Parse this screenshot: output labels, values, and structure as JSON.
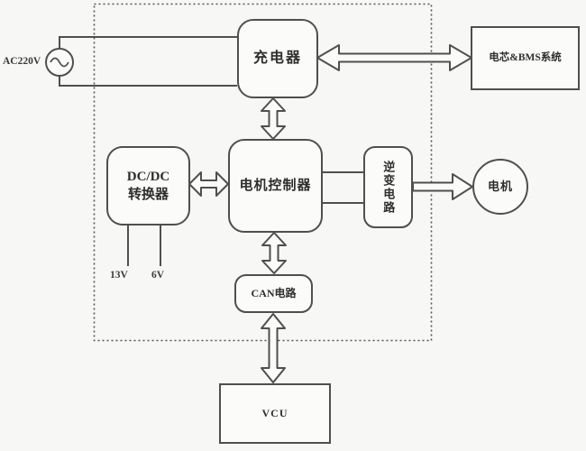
{
  "colors": {
    "background": "#f7f7f5",
    "line": "#4f4f4f",
    "text": "#2e2e2e"
  },
  "diagram": {
    "ac_source": {
      "label": "AC220V",
      "icon": "ac-sine-source"
    },
    "charger": {
      "label": "充电器"
    },
    "bms": {
      "label": "电芯&BMS系统"
    },
    "dcdc": {
      "line1": "DC/DC",
      "line2": "转换器"
    },
    "motor_controller": {
      "label": "电机控制器"
    },
    "inverter": {
      "label": "逆变电路"
    },
    "motor": {
      "label": "电机"
    },
    "can_circuit": {
      "label": "CAN电路"
    },
    "vcu": {
      "label": "VCU"
    },
    "rail_13v": {
      "label": "13V"
    },
    "rail_6v": {
      "label": "6V"
    }
  }
}
